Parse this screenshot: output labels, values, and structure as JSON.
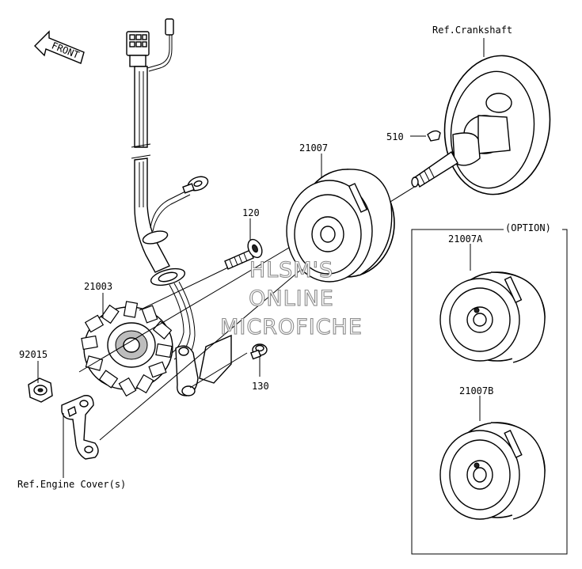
{
  "labels": {
    "front": "FRONT",
    "crankshaft": "Ref.Crankshaft",
    "p510": "510",
    "p21007": "21007",
    "p120": "120",
    "p21003": "21003",
    "p92015": "92015",
    "p130": "130",
    "engine_cover": "Ref.Engine Cover(s)",
    "option": "(OPTION)",
    "p21007A": "21007A",
    "p21007B": "21007B"
  },
  "watermark": {
    "line1": "HLSM'S",
    "line2": "ONLINE",
    "line3": "MICROFICHE"
  }
}
